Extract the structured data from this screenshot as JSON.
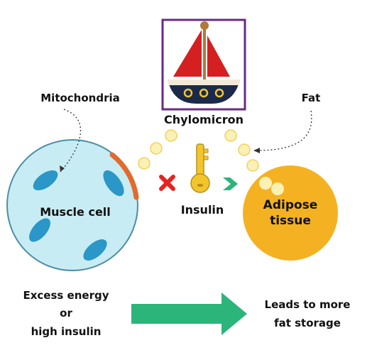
{
  "labels": {
    "mitochondria": "Mitochondria",
    "fat": "Fat",
    "chylomicron": "Chylomicron",
    "insulin": "Insulin",
    "muscle_cell": "Muscle cell",
    "adipose_line1": "Adipose",
    "adipose_line2": "tissue",
    "cause_line1": "Excess energy",
    "cause_line2": "or",
    "cause_line3": "high insulin",
    "effect_line1": "Leads to more",
    "effect_line2": "fat storage"
  },
  "icons": {
    "boat": "sailboat-icon",
    "key": "key-icon",
    "blocked": "cross-icon",
    "allowed": "chevron-right-icon"
  },
  "colors": {
    "muscle_fill": "#c8ecf4",
    "muscle_stroke": "#4b8ea6",
    "mitochondria": "#2a97c8",
    "adipose": "#f4b222",
    "fat_droplet": "#fbf1b5",
    "receptor": "#e36a2c",
    "arrow_green": "#2bb57a",
    "cross_red": "#e62222",
    "key_gold": "#f2c62b",
    "frame_purple": "#6a2a86",
    "sail_red": "#d42020",
    "hull_navy": "#1b2a4a"
  }
}
